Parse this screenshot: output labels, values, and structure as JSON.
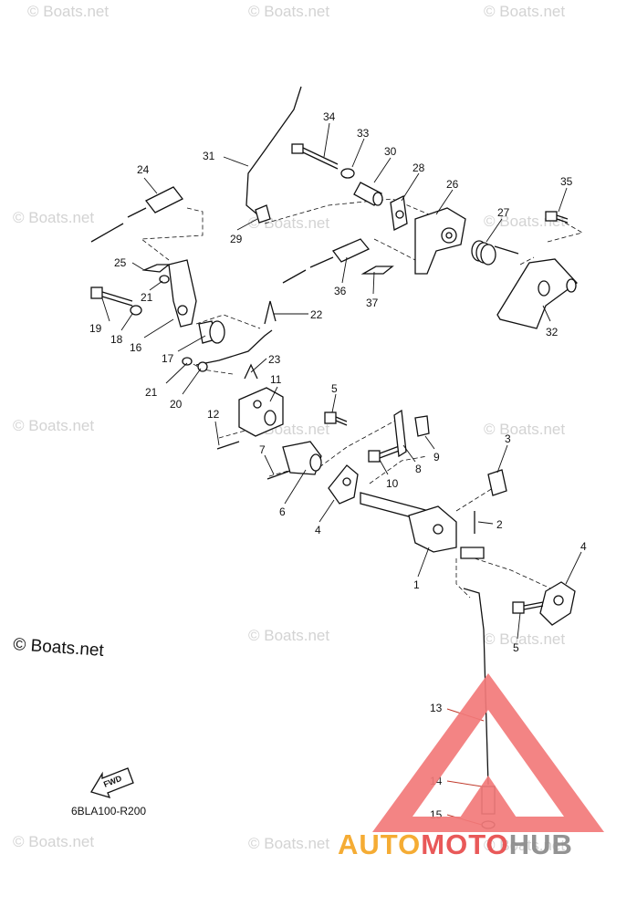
{
  "watermark": "© Boats.net",
  "copyright_mark": "© Boats.net",
  "diagram_code": "6BLA100-R200",
  "fwd_label": "FWD",
  "logo": {
    "text_orange": "AUTO",
    "text_red": "MOTO",
    "text_gray": "HUB",
    "colors": {
      "orange": "#f5a623",
      "red": "#e84c4c",
      "gray": "#8a8a8a",
      "triangle": "#f27a7a"
    }
  },
  "callouts": [
    {
      "id": "c34",
      "label": "34"
    },
    {
      "id": "c33",
      "label": "33"
    },
    {
      "id": "c30",
      "label": "30"
    },
    {
      "id": "c31",
      "label": "31"
    },
    {
      "id": "c28",
      "label": "28"
    },
    {
      "id": "c26",
      "label": "26"
    },
    {
      "id": "c35",
      "label": "35"
    },
    {
      "id": "c24",
      "label": "24"
    },
    {
      "id": "c27",
      "label": "27"
    },
    {
      "id": "c29",
      "label": "29"
    },
    {
      "id": "c25",
      "label": "25"
    },
    {
      "id": "c36",
      "label": "36"
    },
    {
      "id": "c37",
      "label": "37"
    },
    {
      "id": "c32",
      "label": "32"
    },
    {
      "id": "c21a",
      "label": "21"
    },
    {
      "id": "c19",
      "label": "19"
    },
    {
      "id": "c18",
      "label": "18"
    },
    {
      "id": "c22",
      "label": "22"
    },
    {
      "id": "c16",
      "label": "16"
    },
    {
      "id": "c17",
      "label": "17"
    },
    {
      "id": "c23",
      "label": "23"
    },
    {
      "id": "c21b",
      "label": "21"
    },
    {
      "id": "c20",
      "label": "20"
    },
    {
      "id": "c11",
      "label": "11"
    },
    {
      "id": "c5a",
      "label": "5"
    },
    {
      "id": "c12",
      "label": "12"
    },
    {
      "id": "c9",
      "label": "9"
    },
    {
      "id": "c8",
      "label": "8"
    },
    {
      "id": "c3",
      "label": "3"
    },
    {
      "id": "c7",
      "label": "7"
    },
    {
      "id": "c10",
      "label": "10"
    },
    {
      "id": "c6",
      "label": "6"
    },
    {
      "id": "c4a",
      "label": "4"
    },
    {
      "id": "c2",
      "label": "2"
    },
    {
      "id": "c1",
      "label": "1"
    },
    {
      "id": "c4b",
      "label": "4"
    },
    {
      "id": "c5b",
      "label": "5"
    },
    {
      "id": "c13",
      "label": "13"
    },
    {
      "id": "c14",
      "label": "14"
    },
    {
      "id": "c15",
      "label": "15"
    }
  ]
}
